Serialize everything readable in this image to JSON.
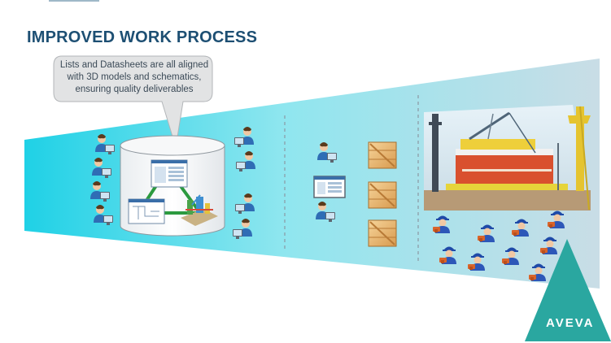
{
  "slide": {
    "title": "IMPROVED WORK PROCESS",
    "callout_lines": [
      "Lists and Datasheets are all aligned",
      "with 3D models and schematics,",
      "ensuring quality deliverables"
    ],
    "brand": "AVEVA",
    "colors": {
      "title": "#1d4f73",
      "beam_start": "#1fd1e6",
      "beam_end": "#c9dde6",
      "brand_triangle": "#2aa7a0"
    }
  },
  "icons": {
    "engineer": "engineer-at-computer-icon",
    "shipyard_worker": "worker-hardhat-icon",
    "crate": "wooden-crate-icon",
    "database": "database-cylinder-icon",
    "photo": "offshore-rig-photo"
  }
}
